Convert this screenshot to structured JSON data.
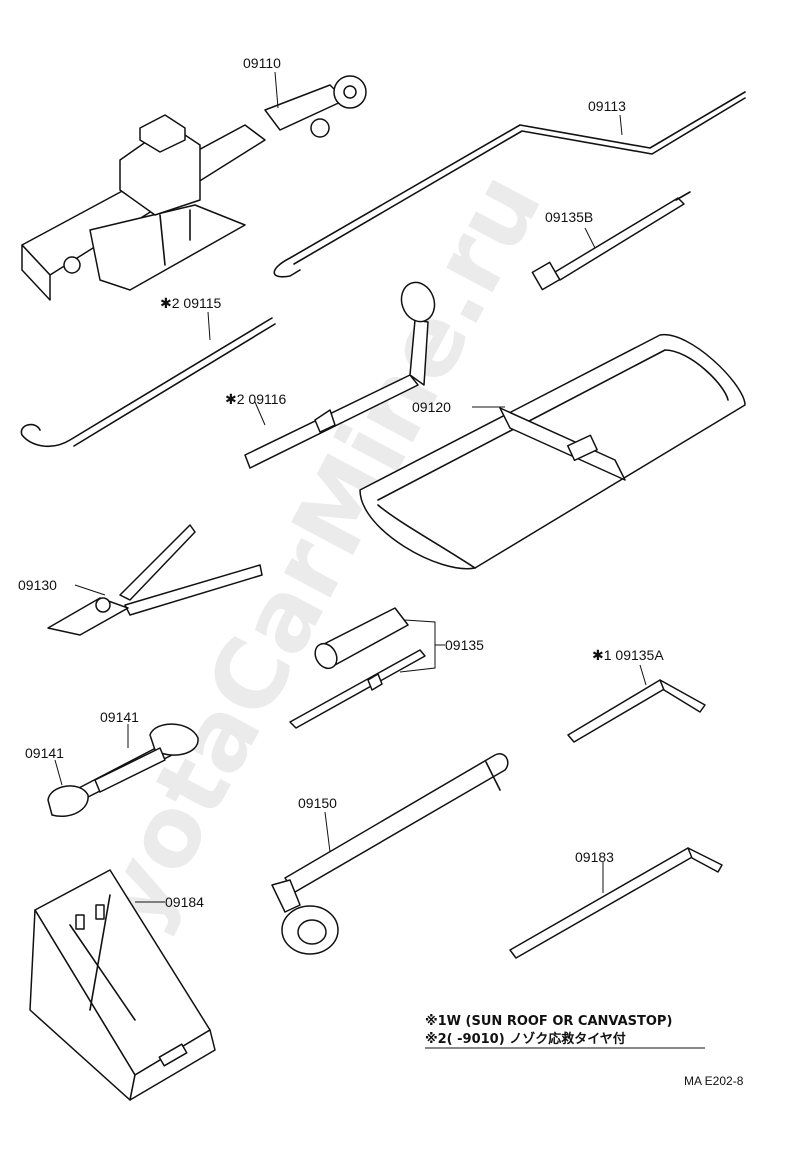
{
  "watermark": "ToyotaCarMine.ru",
  "parts": [
    {
      "id": "p-09110",
      "label": "09110"
    },
    {
      "id": "p-09113",
      "label": "09113"
    },
    {
      "id": "p-09135B",
      "label": "09135B"
    },
    {
      "id": "p-09115",
      "label": "✱2 09115"
    },
    {
      "id": "p-09116",
      "label": "✱2 09116"
    },
    {
      "id": "p-09120",
      "label": "09120"
    },
    {
      "id": "p-09130",
      "label": "09130"
    },
    {
      "id": "p-09135",
      "label": "09135"
    },
    {
      "id": "p-09135A",
      "label": "✱1 09135A"
    },
    {
      "id": "p-09141a",
      "label": "09141"
    },
    {
      "id": "p-09141b",
      "label": "09141"
    },
    {
      "id": "p-09150",
      "label": "09150"
    },
    {
      "id": "p-09183",
      "label": "09183"
    },
    {
      "id": "p-09184",
      "label": "09184"
    }
  ],
  "notes": {
    "note1": "※1W (SUN ROOF OR CANVASTOP)",
    "note2": "※2(       -9010) ノゾク応救タイヤ付"
  },
  "diagram_code": "MA E202-8"
}
